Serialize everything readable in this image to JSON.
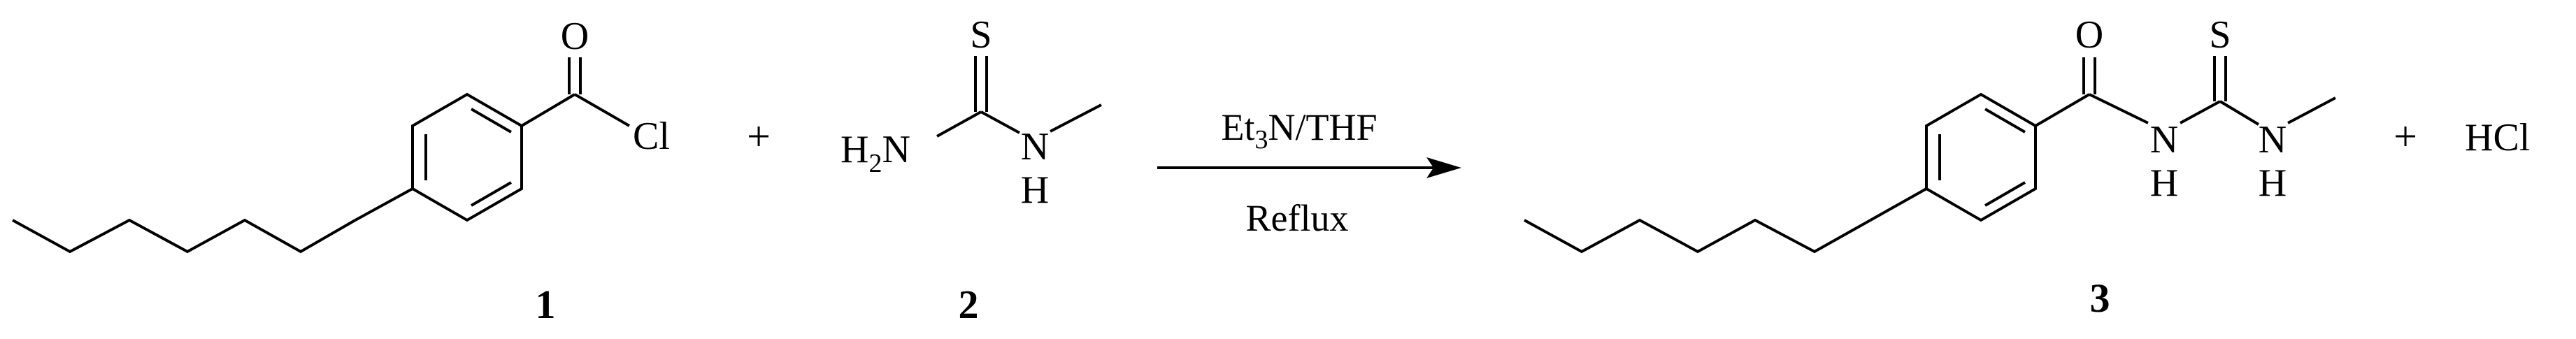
{
  "scheme": {
    "reactant1": {
      "carbonyl_O": "O",
      "chloride": "Cl",
      "compound_number": "1"
    },
    "plus_1": "+",
    "reactant2": {
      "sulfur": "S",
      "amine_H": "H",
      "amine_H_subscript": "2",
      "amine_N": "N",
      "amide_N": "N",
      "amide_H": "H",
      "compound_number": "2"
    },
    "arrow": {
      "conditions_above_prefix": "Et",
      "conditions_above_subscript": "3",
      "conditions_above_suffix": "N/THF",
      "conditions_below": "Reflux"
    },
    "product": {
      "carbonyl_O": "O",
      "sulfur": "S",
      "N1": "N",
      "H1": "H",
      "N2": "N",
      "H2": "H",
      "compound_number": "3"
    },
    "plus_2": "+",
    "byproduct": "HCl"
  }
}
